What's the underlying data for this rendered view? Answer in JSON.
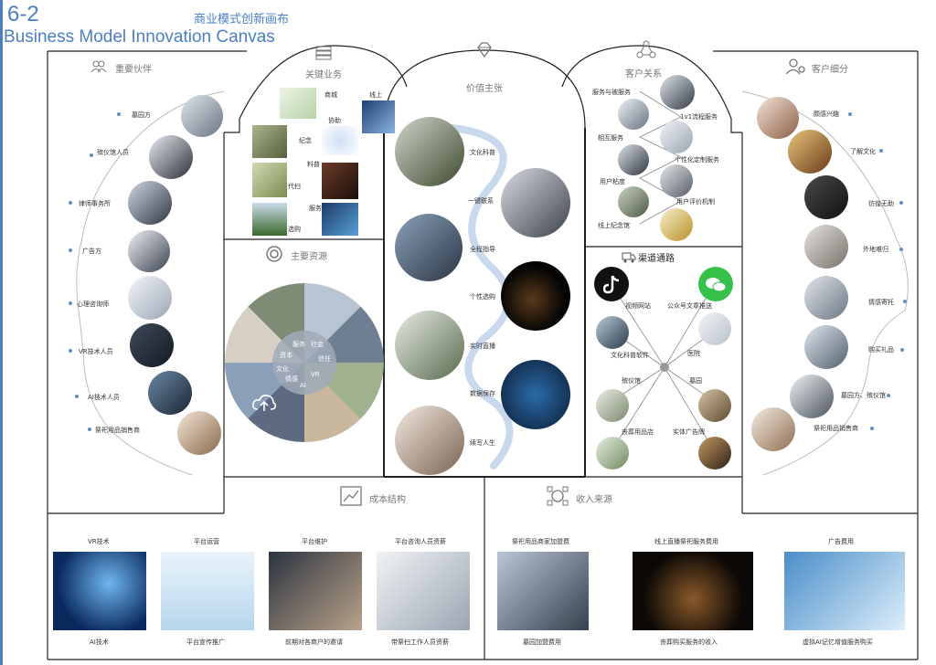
{
  "header": {
    "number": "6-2",
    "title_zh": "商业模式创新画布",
    "title_en": "Business Model Innovation Canvas"
  },
  "partners": {
    "title": "重要伙伴",
    "items": [
      "墓园方",
      "殡仪馆人员",
      "律师事务所",
      "广告方",
      "心理咨询师",
      "VR技术人员",
      "AI技术人员",
      "祭祀用品销售商"
    ]
  },
  "activities": {
    "title": "关键业务",
    "labels": [
      "商城",
      "线上",
      "协助",
      "纪念",
      "料普",
      "代扫",
      "服务",
      "选购"
    ]
  },
  "resources": {
    "title": "主要资源",
    "wheel_labels": [
      "服务",
      "社会",
      "资本",
      "文化",
      "情感",
      "AI",
      "VR",
      "信任"
    ]
  },
  "value": {
    "title": "价值主张",
    "items": [
      "文化科普",
      "一键联系",
      "全程指导",
      "个性选购",
      "实时直播",
      "数据保存",
      "续写人生"
    ]
  },
  "relations": {
    "title": "客户关系",
    "items": [
      "服务与被服务",
      "1v1流程服务",
      "相互服务",
      "个性化定制服务",
      "用户粘度",
      "用户评价机制",
      "线上纪念馆"
    ]
  },
  "channels": {
    "title": "渠道通路",
    "items": [
      "视频网站",
      "公众号文章推送",
      "文化科普软件",
      "医院",
      "殡仪馆",
      "墓园",
      "丧葬用品店",
      "实体广告牌"
    ]
  },
  "segments": {
    "title": "客户细分",
    "items": [
      "颇感兴趣",
      "了解文化",
      "彷徨无助",
      "外地难归",
      "情感寄托",
      "购买礼品",
      "墓园方、殡仪馆",
      "祭祀用品销售商"
    ]
  },
  "cost": {
    "title": "成本结构",
    "items": [
      {
        "top": "VR技术",
        "bottom": "AI技术"
      },
      {
        "top": "平台运营",
        "bottom": "平台宣传推广"
      },
      {
        "top": "平台维护",
        "bottom": "前期对各商户的邀请"
      },
      {
        "top": "平台咨询人员资薪",
        "bottom": "带祭扫工作人员资薪"
      }
    ]
  },
  "revenue": {
    "title": "收入来源",
    "items": [
      {
        "top": "祭祀用品商家加盟费",
        "bottom": "墓园加盟费用"
      },
      {
        "top": "线上直播祭祀服务费用",
        "bottom": "丧葬购买服务的收入"
      },
      {
        "top": "广告费用",
        "bottom": "虚拟AI记忆增值服务购买"
      }
    ]
  },
  "colors": {
    "accent": "#4a7fc1",
    "line": "#222222",
    "dot": "#5e8fc7"
  }
}
